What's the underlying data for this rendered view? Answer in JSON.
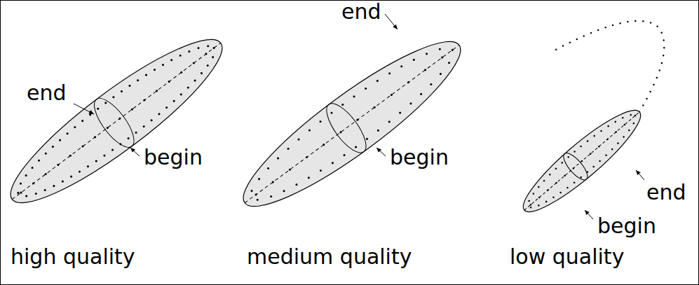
{
  "diagram": {
    "labels": [
      "end",
      "begin",
      "high quality",
      "end",
      "begin",
      "medium quality",
      "end",
      "begin",
      "low quality"
    ]
  }
}
